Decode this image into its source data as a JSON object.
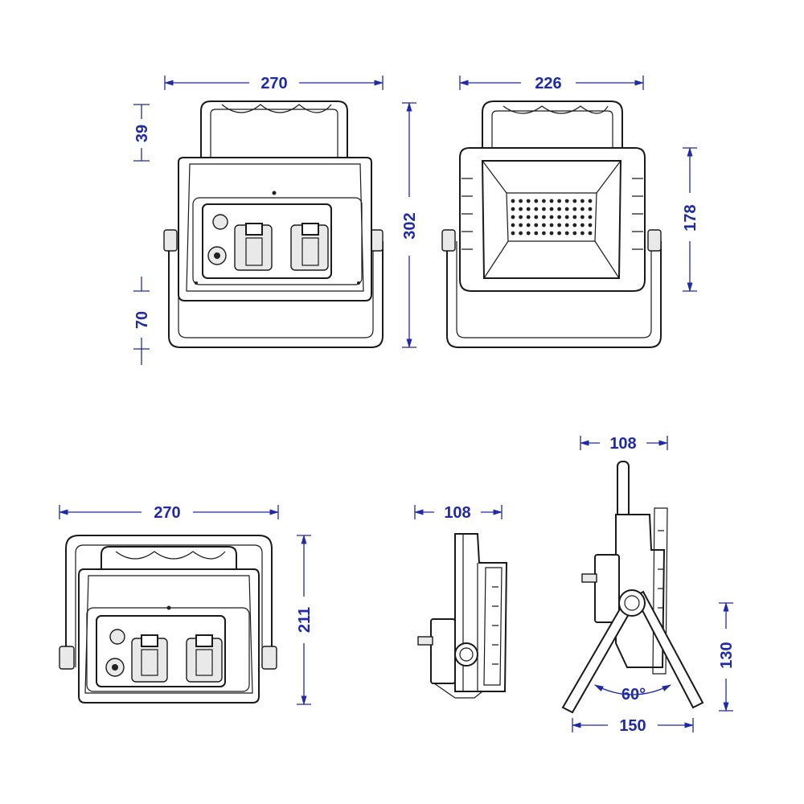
{
  "dimensions": {
    "front_view": {
      "width": "270",
      "height": "302",
      "handle_height": "39",
      "stand_height": "70"
    },
    "back_view": {
      "width": "226",
      "body_height": "178"
    },
    "folded_view": {
      "width": "270",
      "height": "211"
    },
    "side_view": {
      "depth": "108"
    },
    "tripod_view": {
      "depth": "108",
      "leg_angle": "60°",
      "leg_spread": "150",
      "leg_height": "130"
    }
  },
  "colors": {
    "dimension": "#1f2aa8",
    "outline": "#1a1a1a"
  }
}
